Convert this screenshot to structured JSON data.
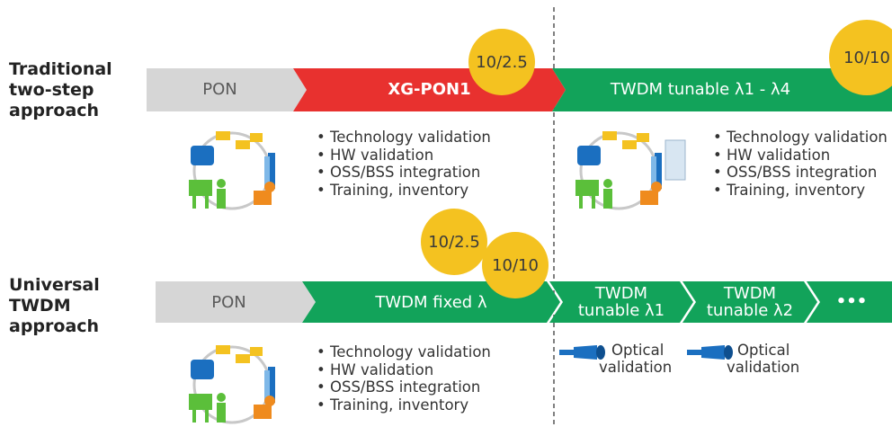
{
  "rows": [
    {
      "label_line1": "Traditional",
      "label_line2": "two-step",
      "label_line3": "approach"
    },
    {
      "label_line1": "Universal",
      "label_line2": "TWDM",
      "label_line3": "approach"
    }
  ],
  "traditional": {
    "pon": "PON",
    "xgpon": "XG-PON1",
    "twdm_tunable": "TWDM tunable  λ1 - λ4",
    "badge_a": "10/2.5",
    "badge_b": "10/10",
    "bullets_left": [
      "Technology validation",
      "HW validation",
      "OSS/BSS integration",
      "Training, inventory"
    ],
    "bullets_right": [
      "Technology validation",
      "HW validation",
      "OSS/BSS integration",
      "Training, inventory"
    ]
  },
  "universal": {
    "pon": "PON",
    "twdm_fixed": "TWDM fixed λ",
    "badge_a": "10/2.5",
    "badge_b": "10/10",
    "step1_line1": "TWDM",
    "step1_line2": "tunable  λ1",
    "step2_line1": "TWDM",
    "step2_line2": "tunable  λ2",
    "step3": "•••",
    "bullets": [
      "Technology validation",
      "HW validation",
      "OSS/BSS integration",
      "Training, inventory"
    ],
    "opt1_line1": "Optical",
    "opt1_line2": "validation",
    "opt2_line1": "Optical",
    "opt2_line2": "validation"
  },
  "colors": {
    "gray": "#d6d6d6",
    "red": "#e8312f",
    "green": "#12a35a",
    "yellow": "#f4c220",
    "blue": "#1b6fc0",
    "orange": "#ef8b1e",
    "lime": "#5bbf3a"
  },
  "icons": [
    "network-loop-icon",
    "optical-connector-icon"
  ]
}
